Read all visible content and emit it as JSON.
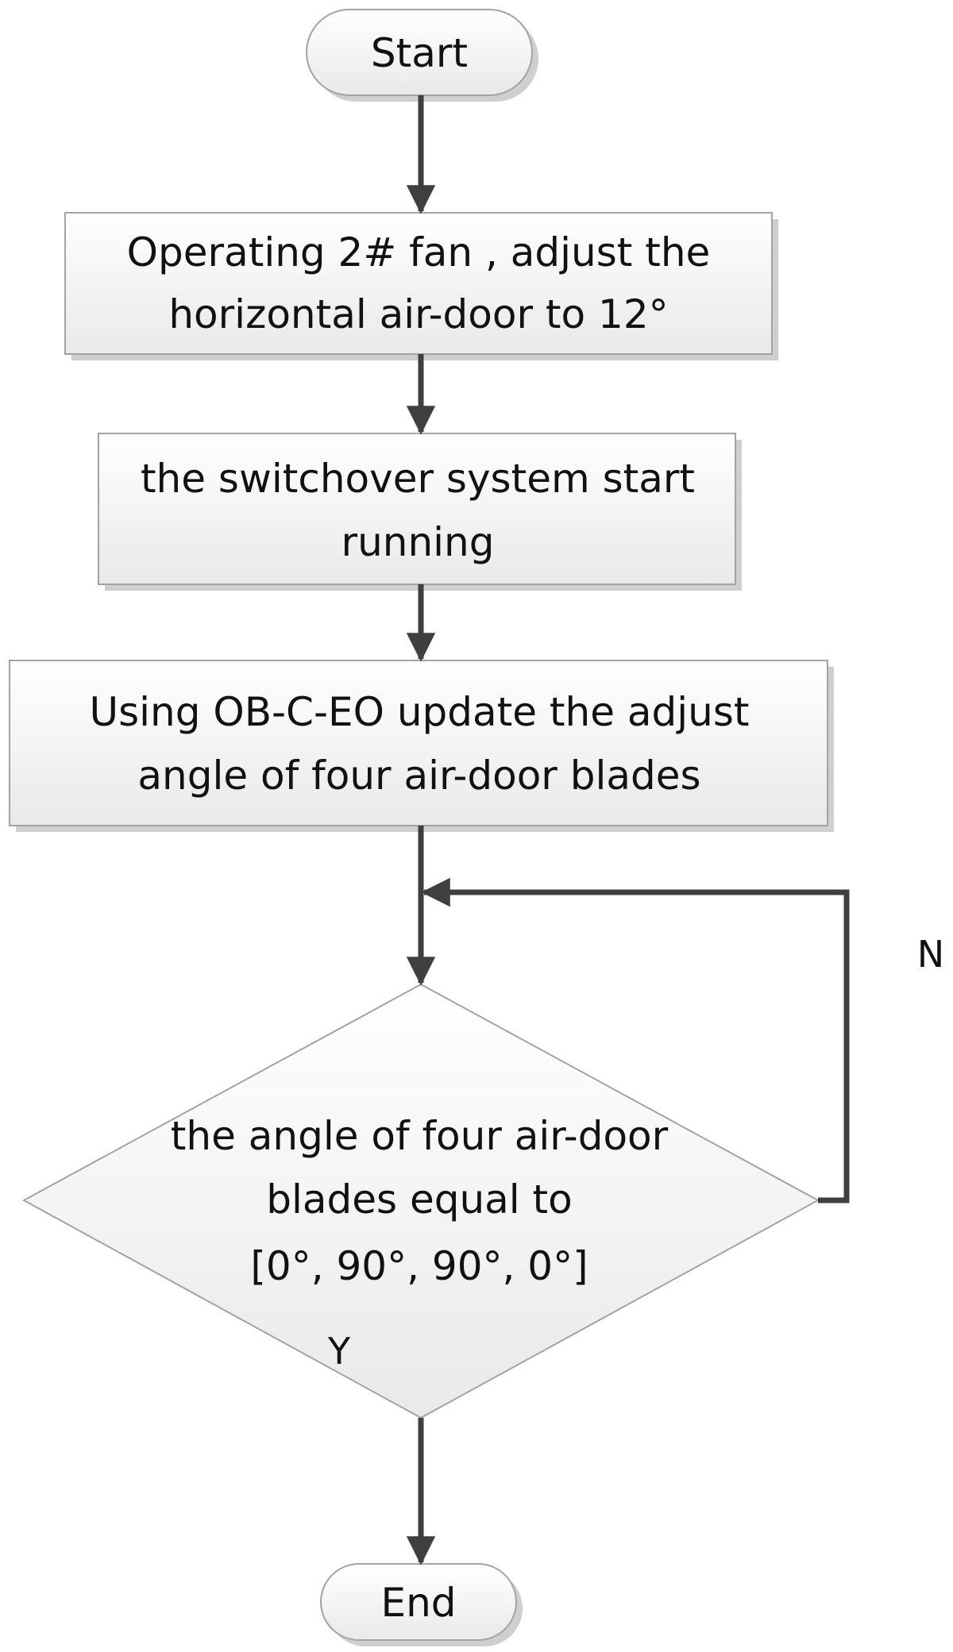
{
  "diagram": {
    "colors": {
      "node_fill_top": "#ffffff",
      "node_fill_bottom": "#e9e9e9",
      "node_stroke": "#a3a3a3",
      "shadow": "#cfcfcf",
      "connector": "#3f3f3f",
      "text": "#111111"
    },
    "nodes": {
      "start": {
        "text": "Start"
      },
      "step1": {
        "line1": "Operating 2# fan , adjust the",
        "line2": "horizontal air-door to 12°"
      },
      "step2": {
        "line1": "the switchover system start",
        "line2": "running"
      },
      "step3": {
        "line1": "Using OB-C-EO update the adjust",
        "line2": "angle of four  air-door blades"
      },
      "decision": {
        "line1": "the angle of four  air-door",
        "line2": "blades  equal to",
        "line3": "[0°,  90°,  90°,  0°]"
      },
      "end": {
        "text": "End"
      }
    },
    "labels": {
      "no": "N",
      "yes": "Y"
    }
  }
}
